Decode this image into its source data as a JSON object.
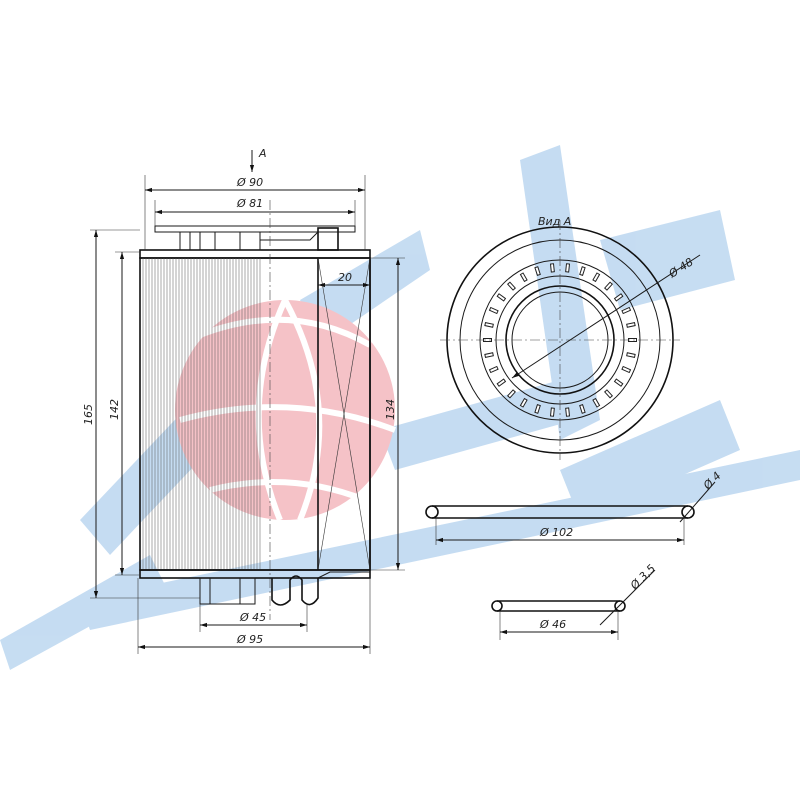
{
  "watermark": {
    "blue": "#bcd7f0",
    "red": "#f4b8be"
  },
  "view_label": "Вид А",
  "arrow_label": "А",
  "dimensions": {
    "d90": "Ø 90",
    "d81": "Ø 81",
    "w20": "20",
    "h165": "165",
    "h142": "142",
    "h134": "134",
    "d45": "Ø 45",
    "d95": "Ø 95",
    "d48": "Ø 48",
    "d102": "Ø 102",
    "d4": "Ø 4",
    "d35": "Ø 3,5",
    "d46": "Ø 46"
  }
}
